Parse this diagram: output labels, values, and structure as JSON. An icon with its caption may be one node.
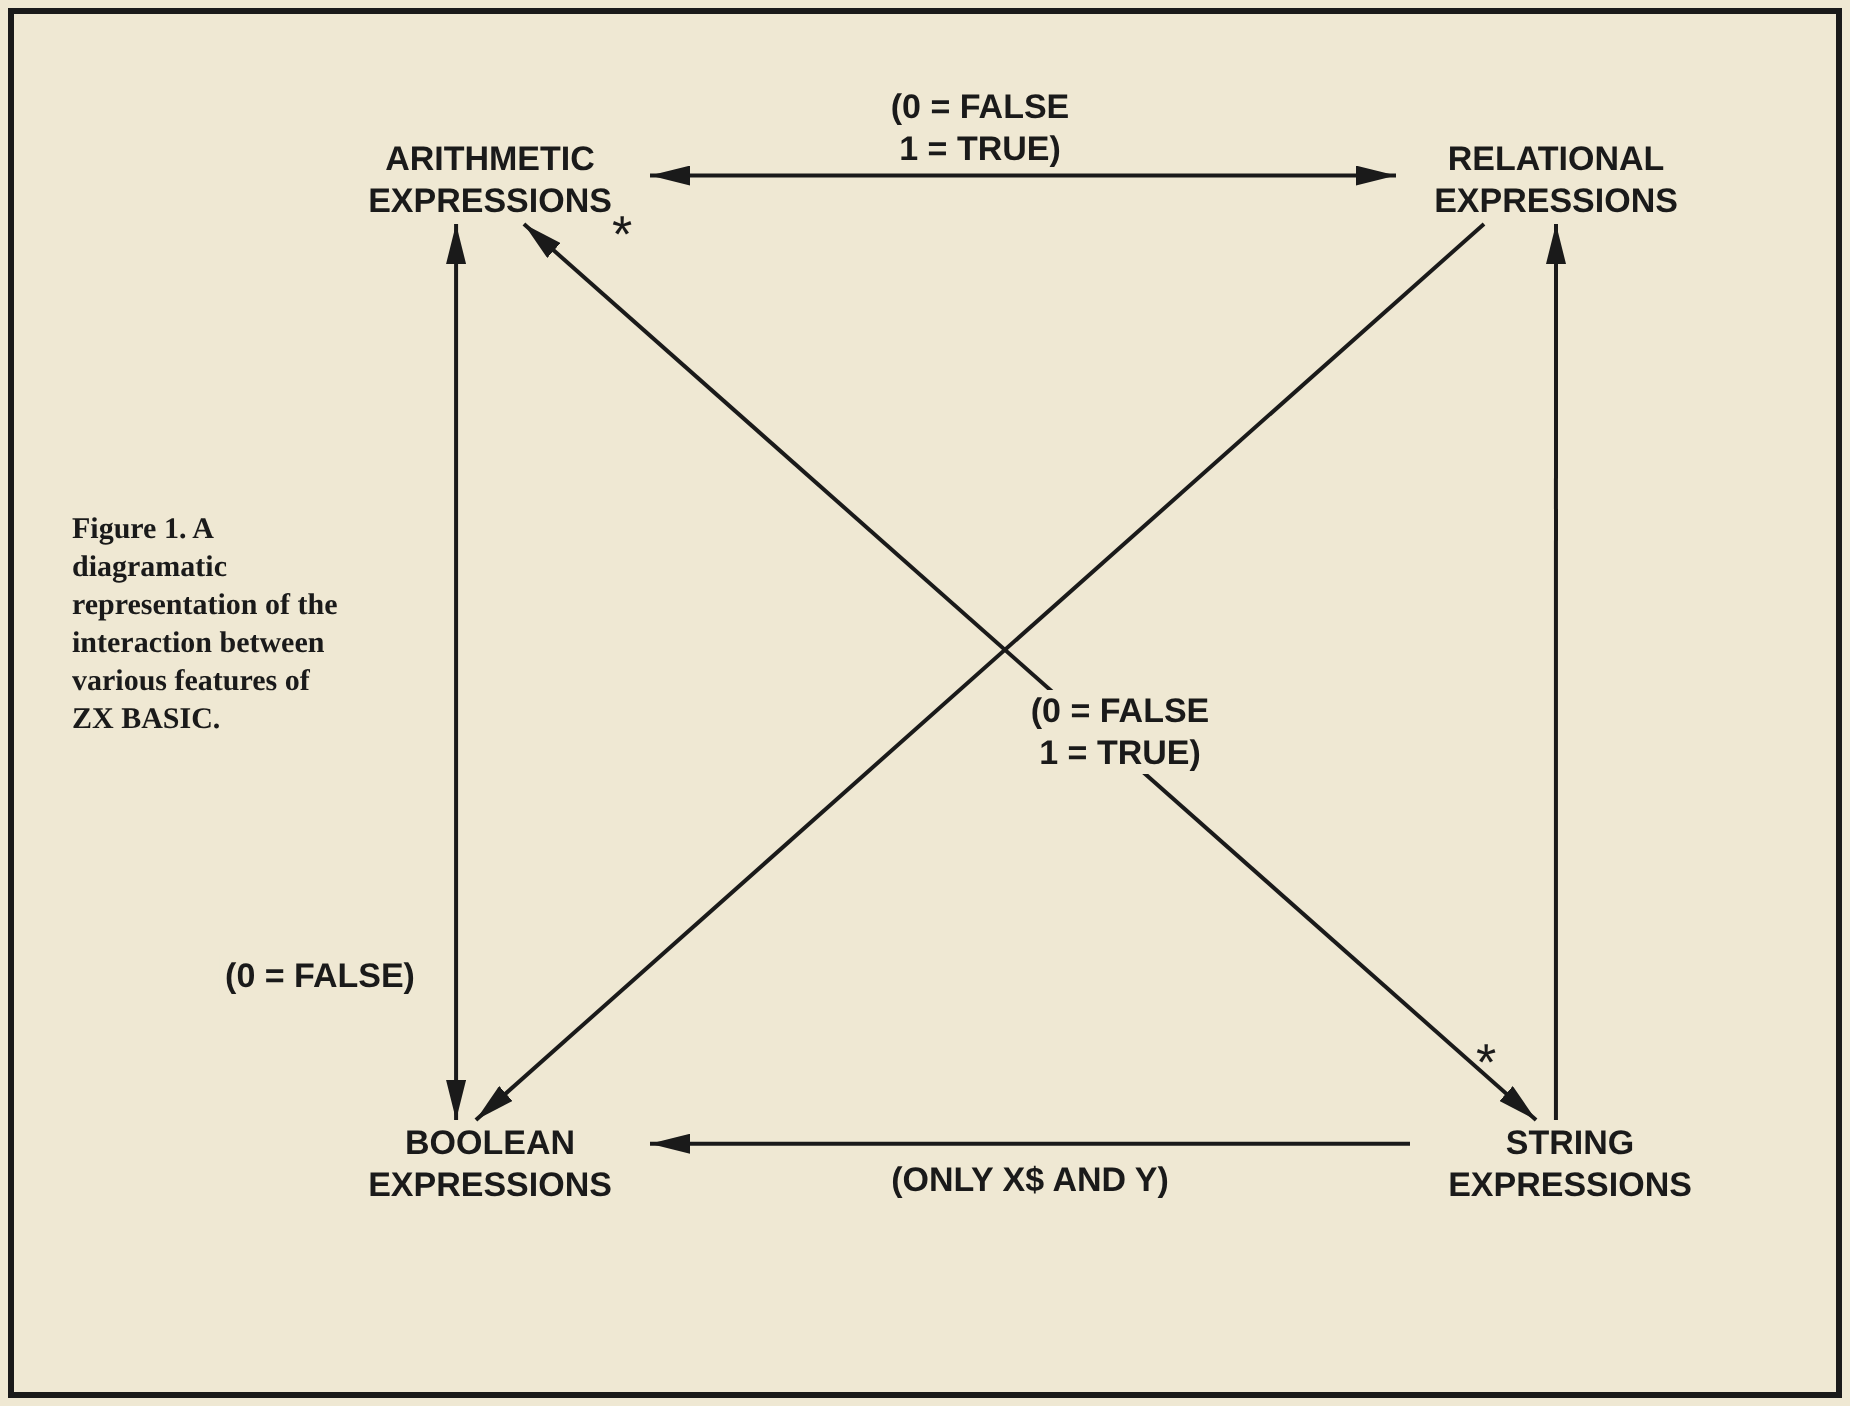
{
  "diagram": {
    "caption": "Figure 1. A diagramatic representation of the interaction between various features of ZX BASIC.",
    "nodes": [
      {
        "text": [
          "ARITHMETIC EXPRESSIONS"
        ]
      },
      {
        "text": [
          "RELATIONAL EXPRESSIONS"
        ]
      },
      {
        "text": [
          "BOOLEAN EXPRESSIONS"
        ]
      },
      {
        "text": [
          "STRING EXPRESSIONS"
        ]
      }
    ],
    "edges": [
      {
        "from": 0,
        "to": 1,
        "arrow": "both",
        "label": "(0 = FALSE 1 = TRUE)"
      },
      {
        "from": 0,
        "to": 2,
        "arrow": "both",
        "label": "(0 = FALSE)"
      },
      {
        "from": 3,
        "to": 1,
        "arrow": "to"
      },
      {
        "from": 0,
        "to": 3,
        "arrow": "both",
        "label": "(0 = FALSE 1 = TRUE)"
      },
      {
        "from": 1,
        "to": 2,
        "arrow": "to"
      },
      {
        "from": 3,
        "to": 2,
        "arrow": "to",
        "label": "(ONLY X$ AND Y)"
      }
    ],
    "labels": [
      "*",
      "*"
    ]
  }
}
